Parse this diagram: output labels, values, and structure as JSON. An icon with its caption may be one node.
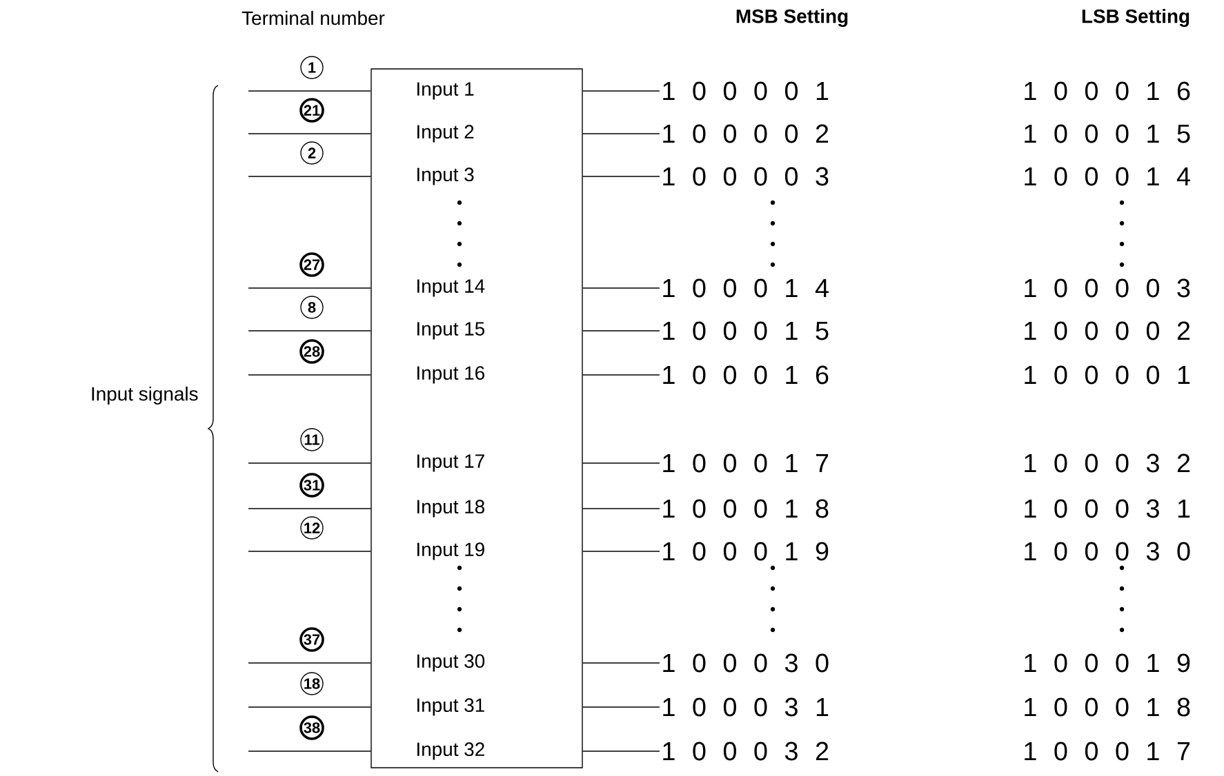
{
  "diagram": {
    "nodes": [
      {
        "text": [
          "Input 1",
          "Input 2",
          "Input 3",
          "Input 14",
          "Input 15",
          "Input 16",
          "Input 17",
          "Input 18",
          "Input 19",
          "Input 30",
          "Input 31",
          "Input 32"
        ]
      },
      {
        "text": [
          "1"
        ]
      },
      {
        "text": [
          "21"
        ]
      },
      {
        "text": [
          "2"
        ]
      },
      {
        "text": [
          "27"
        ]
      },
      {
        "text": [
          "8"
        ]
      },
      {
        "text": [
          "28"
        ]
      },
      {
        "text": [
          "11"
        ]
      },
      {
        "text": [
          "31"
        ]
      },
      {
        "text": [
          "12"
        ]
      },
      {
        "text": [
          "37"
        ]
      },
      {
        "text": [
          "18"
        ]
      },
      {
        "text": [
          "38"
        ]
      },
      {
        "text": [
          "1 0 0 0 0 1"
        ]
      },
      {
        "text": [
          "1 0 0 0 0 2"
        ]
      },
      {
        "text": [
          "1 0 0 0 0 3"
        ]
      },
      {
        "text": [
          "1 0 0 0 1 4"
        ]
      },
      {
        "text": [
          "1 0 0 0 1 5"
        ]
      },
      {
        "text": [
          "1 0 0 0 1 6"
        ]
      },
      {
        "text": [
          "1 0 0 0 1 7"
        ]
      },
      {
        "text": [
          "1 0 0 0 1 8"
        ]
      },
      {
        "text": [
          "1 0 0 0 1 9"
        ]
      },
      {
        "text": [
          "1 0 0 0 3 0"
        ]
      },
      {
        "text": [
          "1 0 0 0 3 1"
        ]
      },
      {
        "text": [
          "1 0 0 0 3 2"
        ]
      }
    ],
    "edges": [
      {
        "from": null,
        "to": 0,
        "arrow": "none"
      },
      {
        "from": null,
        "to": 0,
        "arrow": "none"
      },
      {
        "from": null,
        "to": 0,
        "arrow": "none"
      },
      {
        "from": null,
        "to": 0,
        "arrow": "none"
      },
      {
        "from": null,
        "to": 0,
        "arrow": "none"
      },
      {
        "from": null,
        "to": 0,
        "arrow": "none"
      },
      {
        "from": null,
        "to": 0,
        "arrow": "none"
      },
      {
        "from": null,
        "to": 0,
        "arrow": "none"
      },
      {
        "from": null,
        "to": 0,
        "arrow": "none"
      },
      {
        "from": null,
        "to": 0,
        "arrow": "none"
      },
      {
        "from": null,
        "to": 0,
        "arrow": "none"
      },
      {
        "from": null,
        "to": 0,
        "arrow": "none"
      },
      {
        "from": 0,
        "to": 13,
        "arrow": "none"
      },
      {
        "from": 0,
        "to": 14,
        "arrow": "none"
      },
      {
        "from": 0,
        "to": 15,
        "arrow": "none"
      },
      {
        "from": 0,
        "to": 16,
        "arrow": "none"
      },
      {
        "from": 0,
        "to": 17,
        "arrow": "none"
      },
      {
        "from": 0,
        "to": 18,
        "arrow": "none"
      },
      {
        "from": 0,
        "to": 19,
        "arrow": "none"
      },
      {
        "from": 0,
        "to": 20,
        "arrow": "none"
      },
      {
        "from": 0,
        "to": 21,
        "arrow": "none"
      },
      {
        "from": 0,
        "to": 22,
        "arrow": "none"
      },
      {
        "from": 0,
        "to": 23,
        "arrow": "none"
      },
      {
        "from": 0,
        "to": 24,
        "arrow": "none"
      }
    ],
    "labels": [
      "Terminal number",
      "MSB Setting",
      "LSB Setting",
      "1 0 0 0 1 6",
      "1 0 0 0 1 5",
      "1 0 0 0 1 4",
      "1 0 0 0 0 3",
      "1 0 0 0 0 2",
      "1 0 0 0 0 1",
      "Input signals",
      "1 0 0 0 3 2",
      "1 0 0 0 3 1",
      "1 0 0 0 3 0",
      "1 0 0 0 1 9",
      "1 0 0 0 1 8",
      "1 0 0 0 1 7"
    ]
  }
}
